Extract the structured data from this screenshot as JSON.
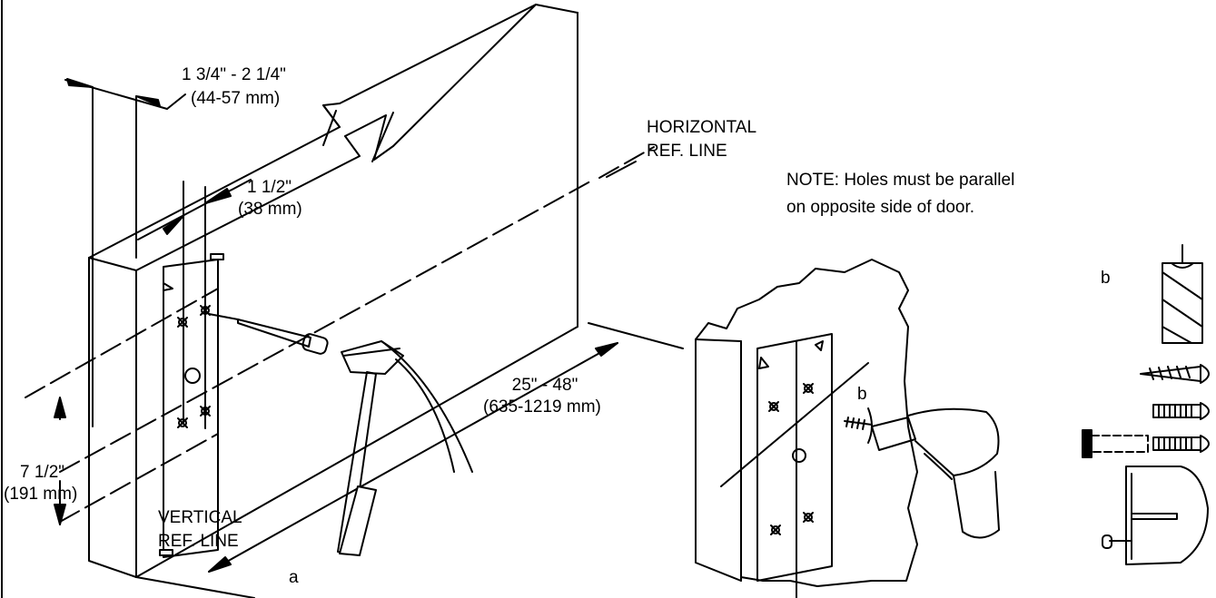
{
  "diagram": {
    "door_thickness": {
      "inches": "1 3/4\" - 2 1/4\"",
      "metric": "(44-57 mm)"
    },
    "backset": {
      "inches": "1 1/2\"",
      "metric": "(38 mm)"
    },
    "horizontal_ref_line": {
      "line1": "HORIZONTAL",
      "line2": "REF. LINE"
    },
    "note": {
      "line1": "NOTE:  Holes must be parallel",
      "line2": "on opposite side of door."
    },
    "height_from_floor": {
      "inches": "25\" - 48\"",
      "metric": "(635-1219 mm)"
    },
    "hole_spacing": {
      "inches": "7 1/2\"",
      "metric": "(191 mm)"
    },
    "vertical_ref_line": {
      "line1": "VERTICAL",
      "line2": "REF. LINE"
    },
    "step_labels": {
      "a": "a",
      "b_drill": "b",
      "b_parts": "b"
    }
  },
  "colors": {
    "line": "#000000",
    "background": "#ffffff"
  }
}
